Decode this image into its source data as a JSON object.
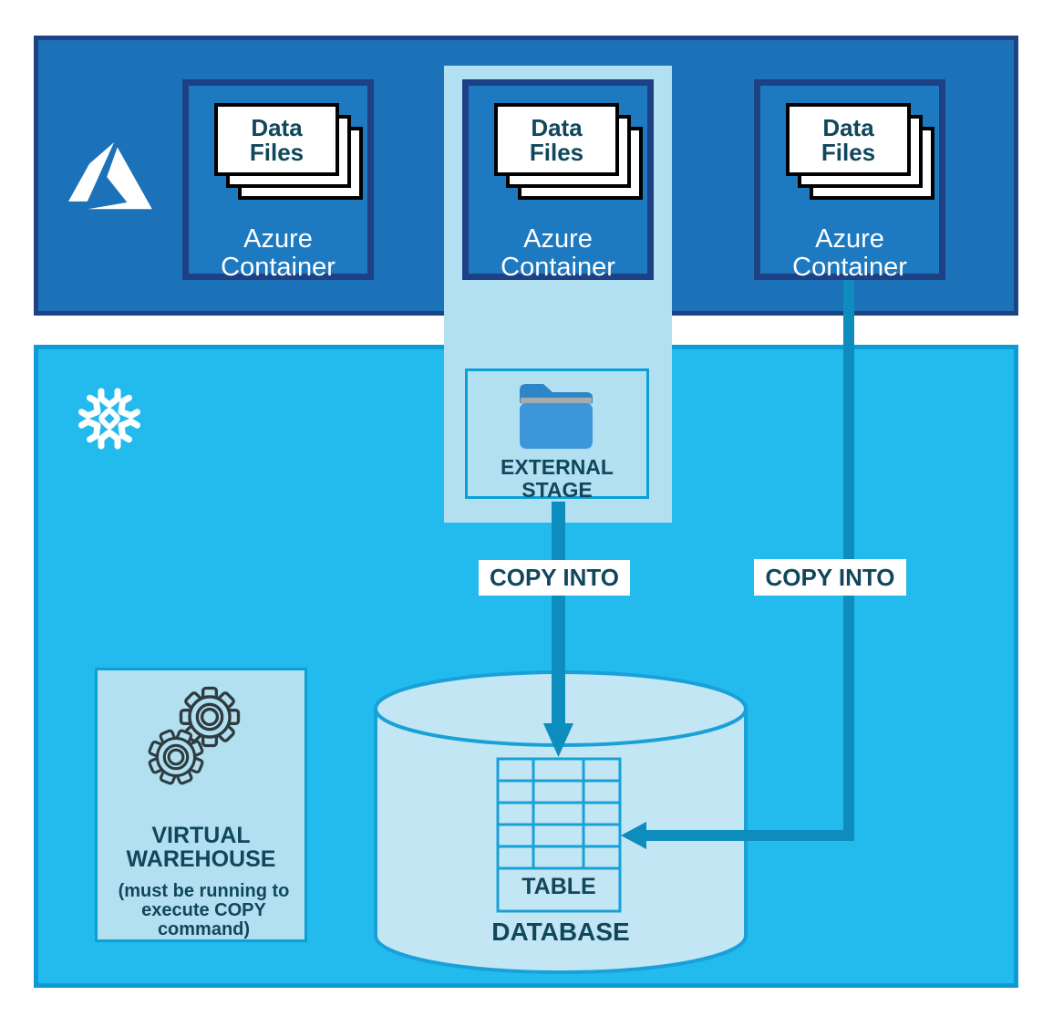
{
  "azure_zone": {
    "containers": [
      {
        "files_label": "Data Files",
        "label": "Azure Container"
      },
      {
        "files_label": "Data Files",
        "label": "Azure Container"
      },
      {
        "files_label": "Data Files",
        "label": "Azure Container"
      }
    ]
  },
  "snowflake_zone": {
    "external_stage_label": "EXTERNAL STAGE",
    "copy_into_labels": [
      "COPY INTO",
      "COPY INTO"
    ],
    "virtual_warehouse": {
      "title": "VIRTUAL WAREHOUSE",
      "note": "(must be running to execute COPY command)"
    },
    "database": {
      "table_label": "TABLE",
      "database_label": "DATABASE"
    }
  },
  "icons": {
    "azure_logo": "azure-logo-icon",
    "snowflake_logo": "snowflake-logo-icon",
    "data_files": "stacked-documents-icon",
    "external_stage": "folder-icon",
    "virtual_warehouse": "gears-icon",
    "database": "cylinder-icon",
    "table": "grid-icon"
  },
  "colors": {
    "azure_band": "#1b72b8",
    "azure_band_border": "#1e4385",
    "container_fill": "#1d7ac1",
    "container_border": "#1d4184",
    "cyan_band": "#23bbee",
    "cyan_band_border": "#0d9bd6",
    "highlight_column": "#b3e0f1",
    "stage_border": "#0aa0d6",
    "arrow": "#0d8cbe",
    "cylinder_fill": "#c2e6f3",
    "cylinder_stroke": "#18a1d8",
    "dark_text": "#11475c",
    "gear": "#2e3c40",
    "folder_body": "#3e96da",
    "folder_tab": "#2e86c8",
    "folder_strip": "#a8abad",
    "card_border": "#000000",
    "white": "#ffffff"
  }
}
